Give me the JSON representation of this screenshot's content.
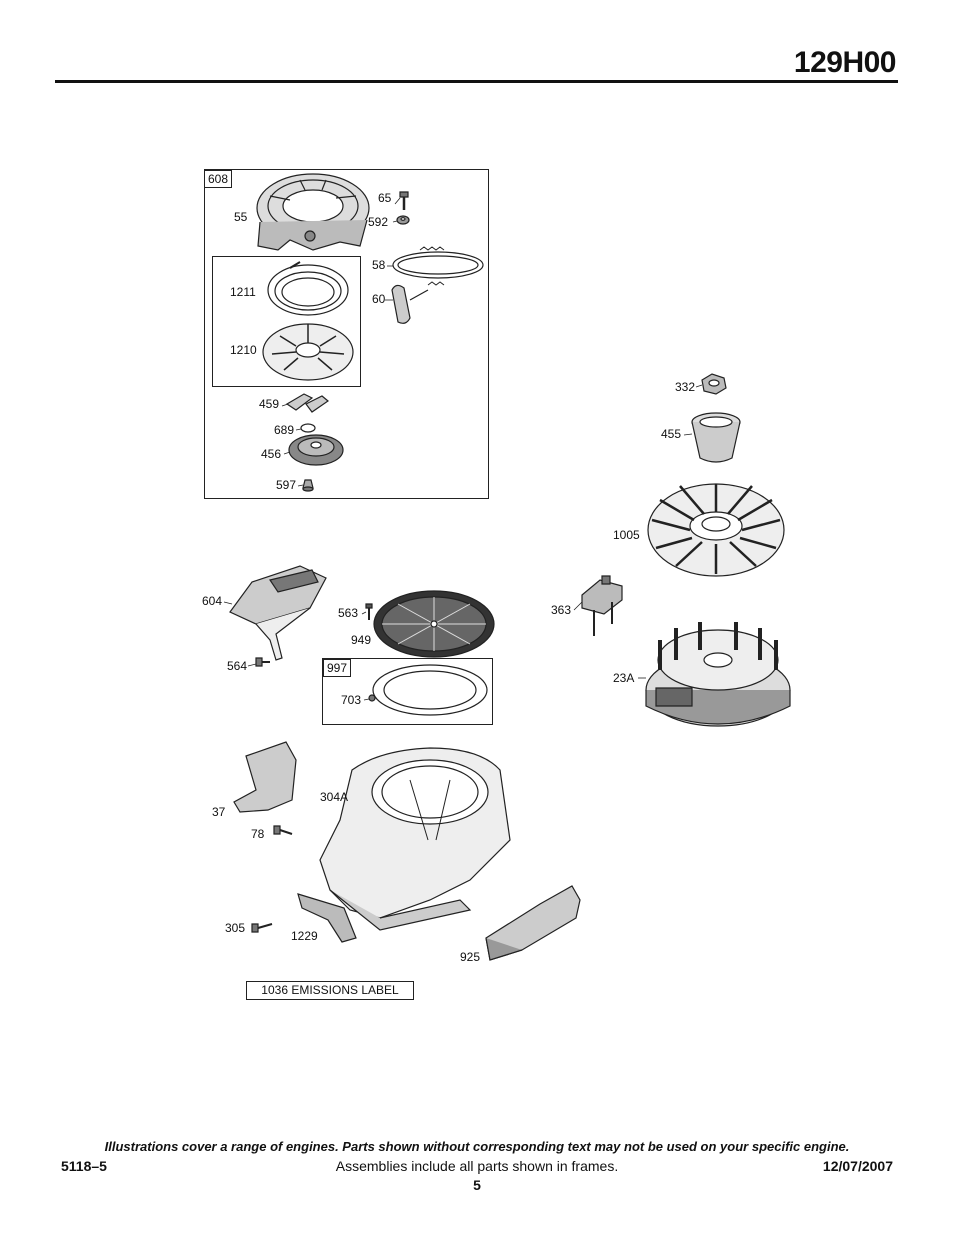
{
  "header": {
    "model": "129H00"
  },
  "frames": {
    "rewind_starter": {
      "tag": "608"
    },
    "debris_screen": {
      "tag": "997"
    }
  },
  "callouts": {
    "p608_55": "55",
    "p65": "65",
    "p592": "592",
    "p58": "58",
    "p60": "60",
    "p1211": "1211",
    "p1210": "1210",
    "p459": "459",
    "p689": "689",
    "p456": "456",
    "p597": "597",
    "p332": "332",
    "p455": "455",
    "p1005": "1005",
    "p363": "363",
    "p23A": "23A",
    "p604": "604",
    "p564": "564",
    "p563": "563",
    "p949": "949",
    "p703": "703",
    "p37": "37",
    "p78": "78",
    "p304A": "304A",
    "p305": "305",
    "p1229": "1229",
    "p925": "925"
  },
  "emissions_label": "1036 EMISSIONS LABEL",
  "footer": {
    "note": "Illustrations cover a range of engines. Parts shown without corresponding text may not be used on your specific engine.",
    "doc_id": "5118–5",
    "assemblies_note": "Assemblies include all parts shown in frames.",
    "date": "12/07/2007",
    "page": "5"
  }
}
